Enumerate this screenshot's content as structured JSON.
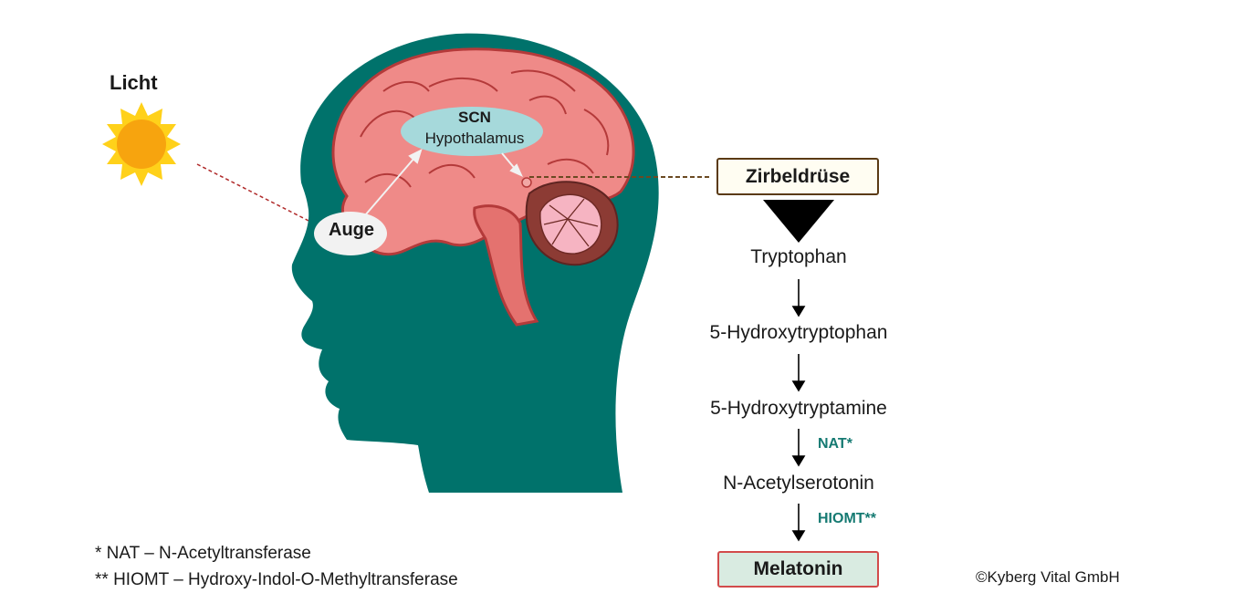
{
  "labels": {
    "light": "Licht",
    "scn": "SCN",
    "hypothalamus": "Hypothalamus",
    "eye": "Auge",
    "pineal_gland": "Zirbeldrüse"
  },
  "pathway": {
    "steps": [
      "Tryptophan",
      "5-Hydroxytryptophan",
      "5-Hydroxytryptamine",
      "N-Acetylserotonin"
    ],
    "enzymes": [
      "NAT*",
      "HIOMT**"
    ],
    "product": "Melatonin"
  },
  "footnotes": [
    "* NAT – N-Acetyltransferase",
    "** HIOMT – Hydroxy-Indol-O-Methyltransferase"
  ],
  "copyright": "©Kyberg Vital GmbH",
  "colors": {
    "head": "#00726b",
    "brain": "#ef8a88",
    "brain_outline": "#b43a3a",
    "cerebellum": "#8c3b34",
    "scn_ellipse": "#a6d9db",
    "sun": "#ffd11a",
    "sun_core": "#f7a40e",
    "enzyme_text": "#157a72",
    "melatonin_border": "#d24b4b",
    "melatonin_fill": "#d9ebe1",
    "gland_border": "#5a3a14"
  }
}
